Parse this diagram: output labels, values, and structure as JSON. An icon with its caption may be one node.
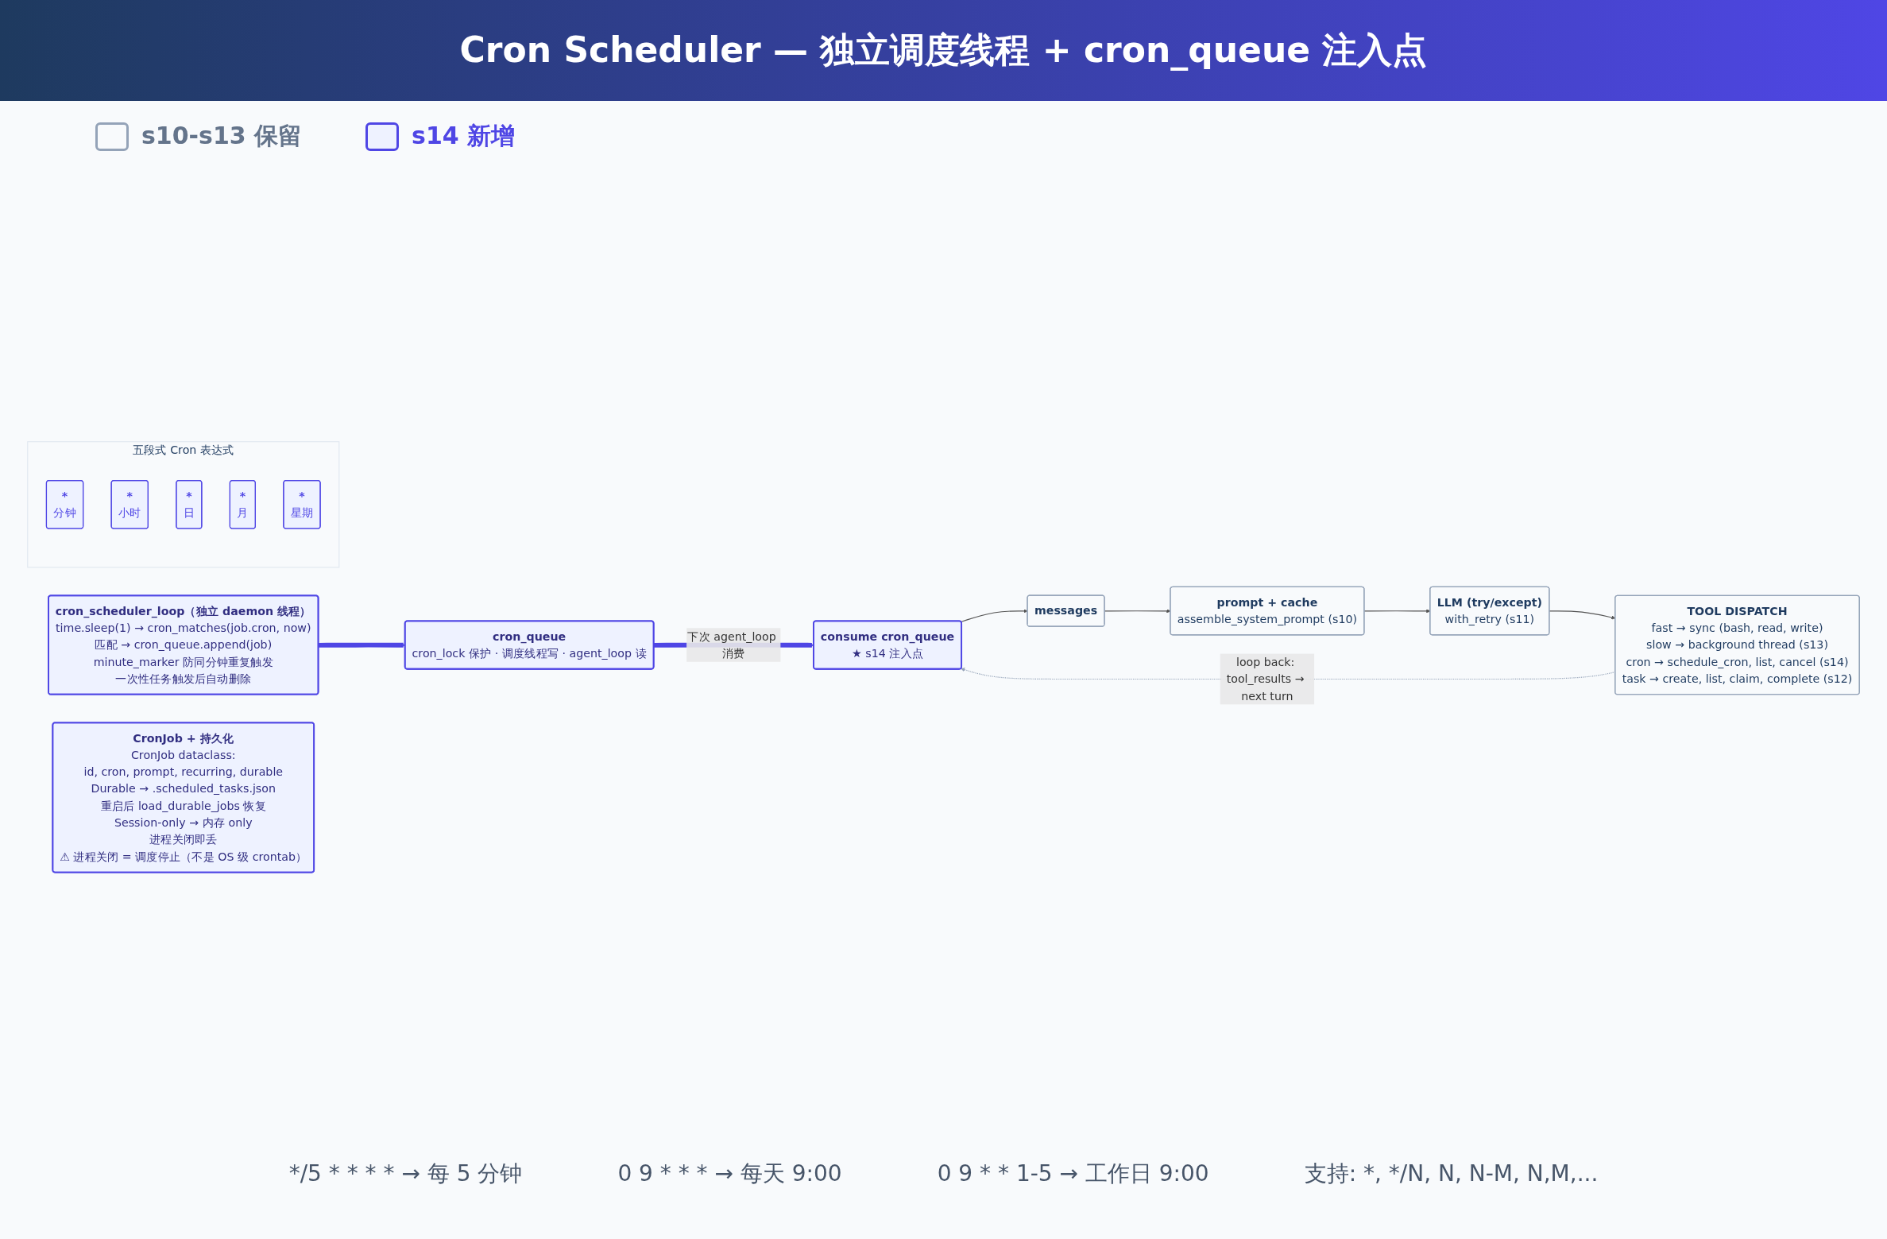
{
  "diagram": {
    "title": "Cron Scheduler — 独立调度线程 + cron_queue 注入点",
    "nodes": [
      {
        "text": [
          "consume cron_queue",
          "★ s14 注入点"
        ]
      },
      {
        "text": [
          "messages"
        ]
      },
      {
        "text": [
          "prompt + cache",
          "assemble_system_prompt (s10)"
        ]
      },
      {
        "text": [
          "LLM (try/except)",
          "with_retry (s11)"
        ]
      },
      {
        "text": [
          "TOOL DISPATCH",
          "fast → sync (bash, read, write)",
          "slow → background thread (s13)",
          "cron → schedule_cron, list, cancel (s14)",
          "task → create, list, claim, complete (s12)"
        ]
      },
      {
        "text": [
          "cron_scheduler_loop（独立 daemon 线程）",
          "time.sleep(1) → cron_matches(job.cron, now)",
          "匹配 → cron_queue.append(job)",
          "minute_marker 防同分钟重复触发",
          "一次性任务触发后自动删除"
        ]
      },
      {
        "text": [
          "CronJob + 持久化",
          "CronJob dataclass:",
          "id, cron, prompt, recurring, durable",
          "Durable → .scheduled_tasks.json",
          "重启后 load_durable_jobs 恢复",
          "Session-only → 内存 only",
          "进程关闭即丢",
          "⚠ 进程关闭 = 调度停止（不是 OS 级 crontab）"
        ]
      },
      {
        "text": [
          "cron_queue",
          "cron_lock 保护 · 调度线程写 · agent_loop 读"
        ]
      },
      {
        "text": [
          "五段式 Cron 表达式"
        ]
      },
      {
        "text": [
          "*",
          "分钟"
        ],
        "in": 8
      },
      {
        "text": [
          "*",
          "小时"
        ],
        "in": 8
      },
      {
        "text": [
          "*",
          "日"
        ],
        "in": 8
      },
      {
        "text": [
          "*",
          "月"
        ],
        "in": 8
      },
      {
        "text": [
          "*",
          "星期"
        ],
        "in": 8
      }
    ],
    "edges": [
      {
        "from": 0,
        "to": 1,
        "arrow": "to"
      },
      {
        "from": 1,
        "to": 2,
        "arrow": "to"
      },
      {
        "from": 2,
        "to": 3,
        "arrow": "to"
      },
      {
        "from": 3,
        "to": 4,
        "arrow": "to"
      },
      {
        "from": 4,
        "to": 0,
        "arrow": "to",
        "label": "loop back: tool_results → next turn",
        "style": "dashed",
        "color": "#94a3b8"
      },
      {
        "from": 5,
        "to": 7,
        "arrow": "to",
        "style": "thick",
        "color": "#4f46e5"
      },
      {
        "from": 7,
        "to": 0,
        "arrow": "to",
        "label": "下次 agent_loop 消费",
        "style": "thick",
        "color": "#4f46e5"
      }
    ],
    "labels": [
      "*/5 * * * * → 每 5 分钟",
      "0 9 * * * → 每天 9:00",
      "0 9 * * 1-5 → 工作日 9:00",
      "支持: *, */N, N, N-M, N,M,..."
    ],
    "legend": [
      {
        "text": "s10-s13 保留",
        "color": "#f8fafc"
      },
      {
        "text": "s14 新增",
        "color": "#eef2ff"
      }
    ]
  }
}
